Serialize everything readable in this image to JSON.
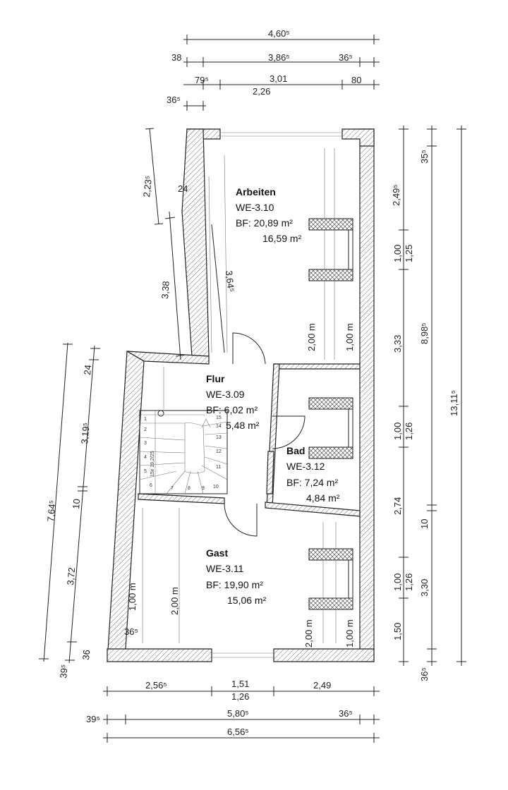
{
  "rooms": {
    "arbeiten": {
      "name": "Arbeiten",
      "id": "WE-3.10",
      "bf": "BF: 20,89 m²",
      "area": "16,59 m²"
    },
    "flur": {
      "name": "Flur",
      "id": "WE-3.09",
      "bf": "BF: 6,02 m²",
      "area": "5,48 m²"
    },
    "bad": {
      "name": "Bad",
      "id": "WE-3.12",
      "bf": "BF: 7,24 m²",
      "area": "4,84 m²"
    },
    "gast": {
      "name": "Gast",
      "id": "WE-3.11",
      "bf": "BF: 19,90 m²",
      "area": "15,06 m²"
    }
  },
  "dimensions": {
    "top": {
      "overall": "4,60⁵",
      "left_wall": "38",
      "inner": "3,86⁵",
      "right_wall": "36⁵",
      "left_offset": "79⁵",
      "window": "3,01",
      "right_offset": "80",
      "window_inner": "2,26",
      "left_thickness": "36⁵"
    },
    "upper_left": {
      "slant": "2,23⁵",
      "wall": "24",
      "stair_side": "3,38",
      "diag": "3,64⁵"
    },
    "left": {
      "overall": "7,64⁵",
      "wall_top": "24",
      "upper": "3,19⁵",
      "mid": "10",
      "lower": "3,72",
      "wall_bottom": "36",
      "bottom_outer": "39⁵"
    },
    "right_inner": {
      "seg1": "2,49⁵",
      "seg2": "1,00",
      "seg2b": "1,25",
      "seg3": "3,33",
      "seg4": "1,00",
      "seg4b": "1,26",
      "seg5": "2,74",
      "seg6": "1,00",
      "seg6b": "1,26",
      "seg7": "1,50"
    },
    "right_mid": {
      "top_wall": "35⁵",
      "upper": "8,98⁵",
      "wall": "10",
      "lower": "3,30",
      "bottom_wall": "36⁵"
    },
    "right_outer": {
      "overall": "13,11⁵"
    },
    "bottom": {
      "left": "2,56⁵",
      "door": "1,51",
      "door_inner": "1,26",
      "right": "2,49",
      "left_wall": "39⁵",
      "inner": "5,80⁵",
      "right_wall": "36⁵",
      "overall": "6,56⁵"
    },
    "inner_labels": {
      "arbeiten_h1": "2,00 m",
      "arbeiten_h2": "1,00 m",
      "gast_h1": "1,00 m",
      "gast_h2": "2,00 m",
      "gast_h3": "2,00 m",
      "gast_h4": "1,00 m",
      "gast_wall": "36⁵"
    }
  },
  "stair": {
    "steps": [
      "1",
      "2",
      "3",
      "4",
      "5",
      "6",
      "7",
      "8",
      "9",
      "10",
      "11",
      "12",
      "13",
      "14",
      "15"
    ],
    "note": "15x 19,2/25"
  }
}
